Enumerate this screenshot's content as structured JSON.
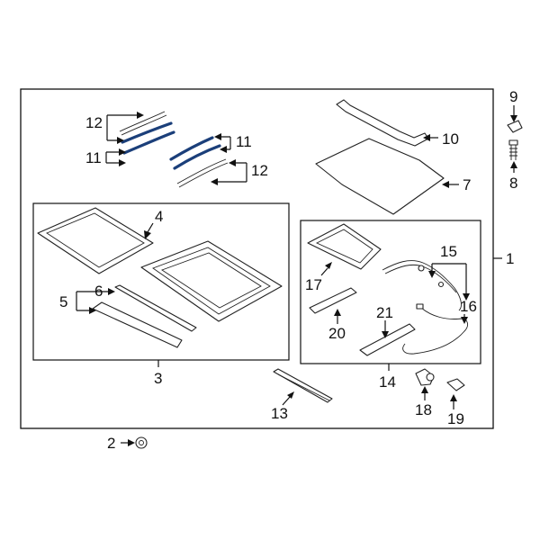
{
  "callouts": {
    "c1": "1",
    "c2": "2",
    "c3": "3",
    "c4": "4",
    "c5": "5",
    "c6": "6",
    "c7": "7",
    "c8": "8",
    "c9": "9",
    "c10": "10",
    "c11a": "11",
    "c11b": "11",
    "c12a": "12",
    "c12b": "12",
    "c13": "13",
    "c14": "14",
    "c15": "15",
    "c16": "16",
    "c17": "17",
    "c18": "18",
    "c19": "19",
    "c20": "20",
    "c21": "21"
  },
  "colors": {
    "highlight": "#1b3f7a",
    "line": "#111111",
    "background": "#ffffff"
  }
}
